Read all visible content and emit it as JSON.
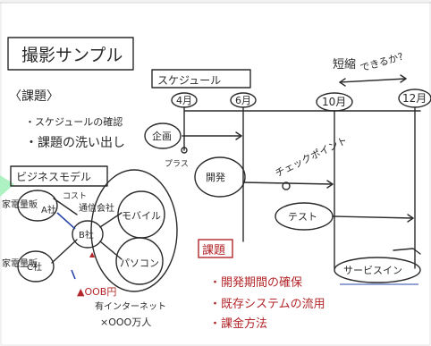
{
  "colors": {
    "ink": "#2a2a2a",
    "red_ink": "#b3262a",
    "blue_ink": "#2a47a8",
    "highlight_green": "#aef2c3"
  },
  "title": "撮影サンプル",
  "issues_heading": "〈課題〉",
  "issues": [
    "・スケジュールの確認",
    "・課題の洗い出し"
  ],
  "business_model": {
    "label": "ビジネスモデル",
    "nodes": {
      "chain_top": "家電量販",
      "a_company": "A社",
      "b_company": "B社",
      "c_company": "C社",
      "chain_bottom": "家電量販",
      "communication": "通信会社",
      "mobile": "モバイル",
      "pc": "パソコン"
    },
    "cost_label": "コスト",
    "revenue_note": "▲OOB円",
    "internet_note": "有インターネット",
    "count_note": "×OOO万人"
  },
  "schedule": {
    "label": "スケジュール",
    "months": [
      "4月",
      "6月",
      "10月",
      "12月"
    ],
    "shorten_label": "短縮",
    "shorten_question": "できるか?",
    "checkpoint_label": "チェックポイント",
    "tasks": [
      "企画",
      "開発",
      "テスト"
    ],
    "plus_label": "プラス"
  },
  "issues_red": {
    "heading": "課題",
    "items": [
      "・開発期間の確保",
      "・既存システムの流用",
      "・課金方法"
    ]
  },
  "service_in": "サービスイン"
}
